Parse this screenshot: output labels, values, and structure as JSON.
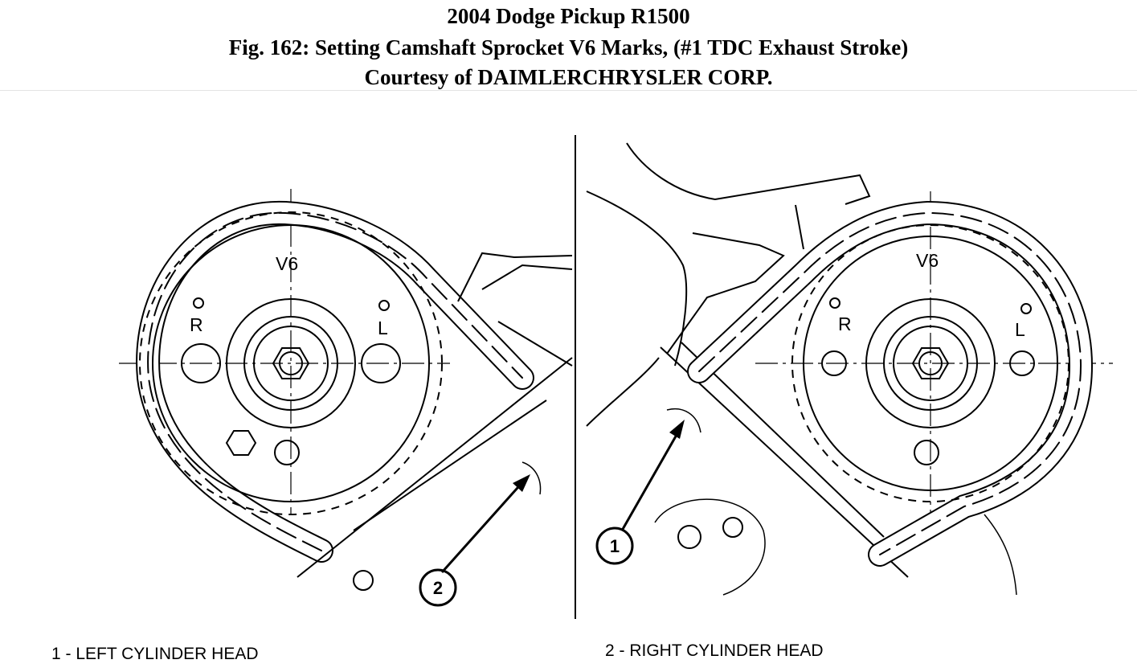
{
  "header": {
    "line1": "2004 Dodge Pickup R1500",
    "line2": "Fig. 162: Setting Camshaft Sprocket V6 Marks, (#1 TDC Exhaust Stroke)",
    "line3": "Courtesy of DAIMLERCHRYSLER CORP."
  },
  "left_sprocket": {
    "mark_top": "V6",
    "mark_left": "R",
    "mark_right": "L"
  },
  "right_sprocket": {
    "mark_top": "V6",
    "mark_left": "R",
    "mark_right": "L"
  },
  "callouts": {
    "left_view": "2",
    "right_view": "1"
  },
  "legend": {
    "item1": "1 - LEFT CYLINDER HEAD",
    "item2": "2 - RIGHT CYLINDER HEAD"
  }
}
